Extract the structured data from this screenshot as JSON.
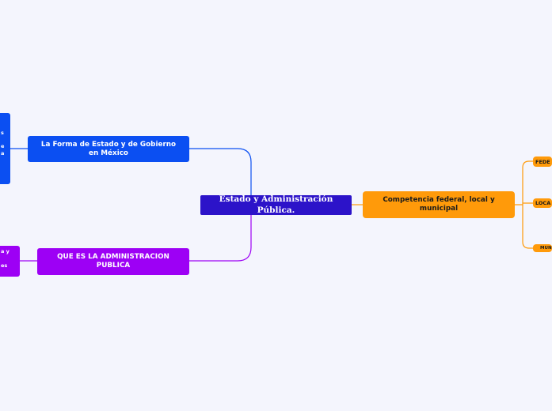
{
  "central": {
    "label": "Estado y Administración Pública."
  },
  "left_nodes": {
    "forma": {
      "label": "La Forma de Estado y de Gobierno en México"
    },
    "que_es": {
      "label": "QUE ES LA ADMINISTRACION PUBLICA"
    }
  },
  "right_nodes": {
    "competencia": {
      "label": "Competencia federal, local y municipal"
    }
  },
  "leaf_nodes": {
    "federal": {
      "label": "FEDE"
    },
    "local": {
      "label": "LOCA"
    },
    "municipal": {
      "label": "MUN"
    }
  },
  "cut_nodes": {
    "blue_fragments": [
      "s",
      "e",
      "a"
    ],
    "purple_fragments": [
      "a y",
      "es"
    ]
  },
  "colors": {
    "background": "#f4f5fd",
    "central": "#2c13c9",
    "blue": "#0b4ff2",
    "purple": "#9d00f5",
    "orange": "#ff9a0a"
  }
}
